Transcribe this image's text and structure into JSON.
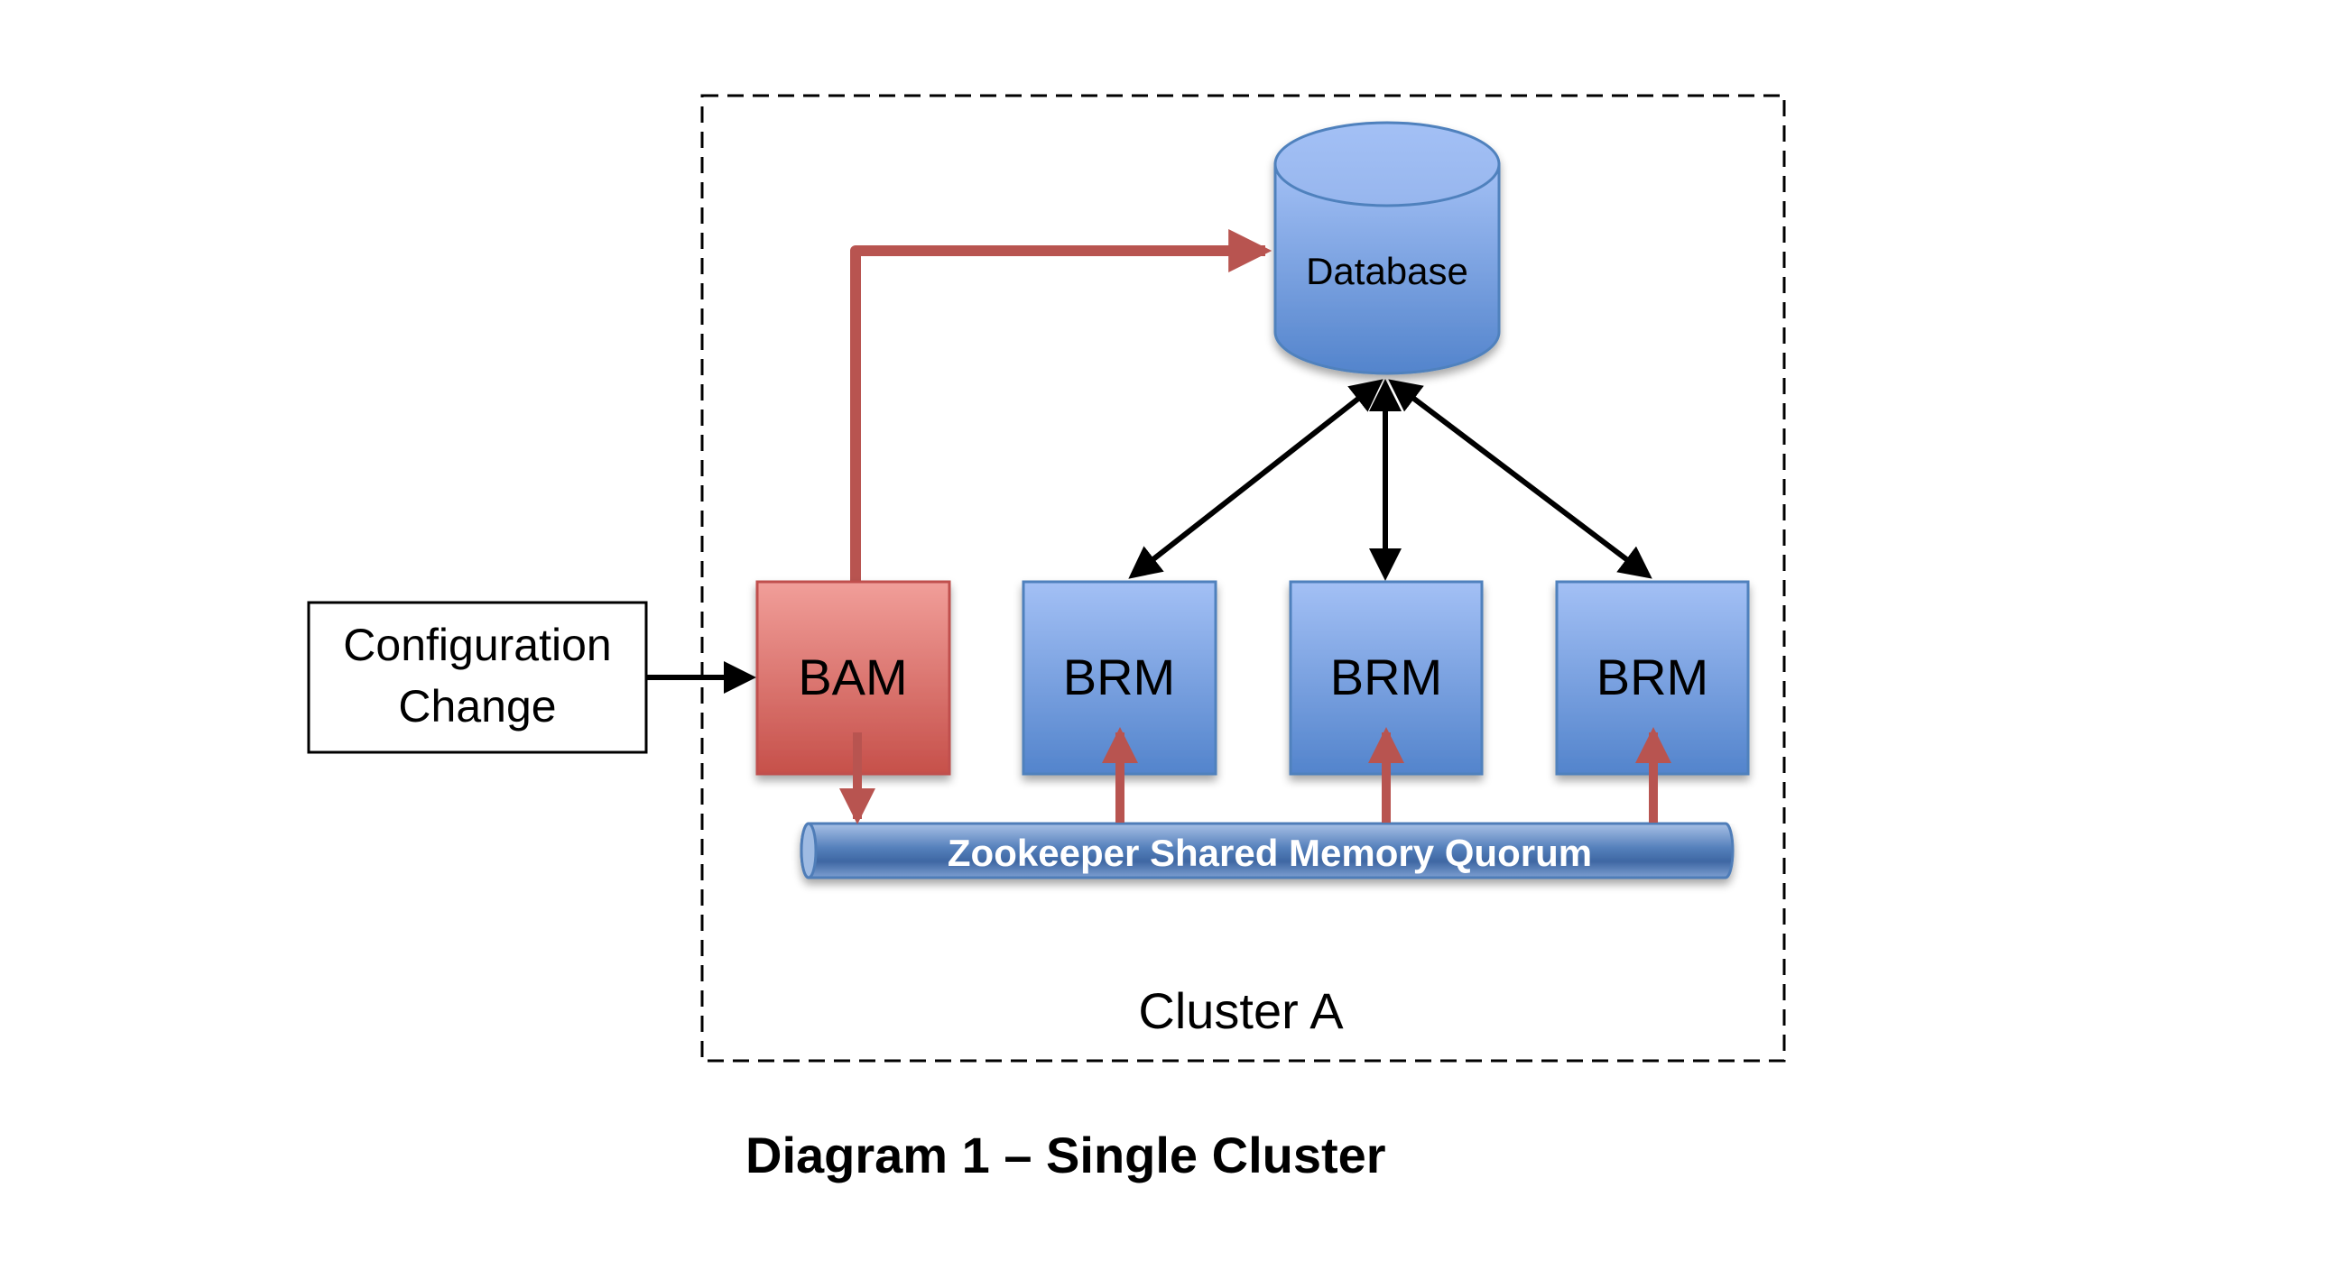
{
  "diagram": {
    "title": "Diagram 1 – Single Cluster",
    "cluster": {
      "label": "Cluster A"
    },
    "external_input": {
      "label_lines": [
        "Configuration",
        "Change"
      ]
    },
    "database": {
      "label": "Database"
    },
    "bam": {
      "label": "BAM"
    },
    "brms": [
      {
        "label": "BRM"
      },
      {
        "label": "BRM"
      },
      {
        "label": "BRM"
      }
    ],
    "zookeeper": {
      "label": "Zookeeper Shared Memory Quorum"
    },
    "edges": [
      {
        "from": "Configuration Change",
        "to": "BAM",
        "style": "black"
      },
      {
        "from": "BAM",
        "to": "Database",
        "style": "red"
      },
      {
        "from": "Database",
        "to": "BRM 1",
        "style": "black",
        "bidirectional": true
      },
      {
        "from": "Database",
        "to": "BRM 2",
        "style": "black",
        "bidirectional": true
      },
      {
        "from": "Database",
        "to": "BRM 3",
        "style": "black",
        "bidirectional": true
      },
      {
        "from": "BAM",
        "to": "Zookeeper Shared Memory Quorum",
        "style": "red"
      },
      {
        "from": "Zookeeper Shared Memory Quorum",
        "to": "BRM 1",
        "style": "red"
      },
      {
        "from": "Zookeeper Shared Memory Quorum",
        "to": "BRM 2",
        "style": "red"
      },
      {
        "from": "Zookeeper Shared Memory Quorum",
        "to": "BRM 3",
        "style": "red"
      }
    ],
    "colors": {
      "bam_fill": "#EE9C97",
      "bam_stroke": "#C0504D",
      "brm_fill": "#9DBCF2",
      "brm_stroke": "#4F81BD",
      "red_arrow": "#B85450",
      "black_arrow": "#000000",
      "zookeeper_fill": "#4F7DB8",
      "zookeeper_text": "#FFFFFF"
    }
  }
}
